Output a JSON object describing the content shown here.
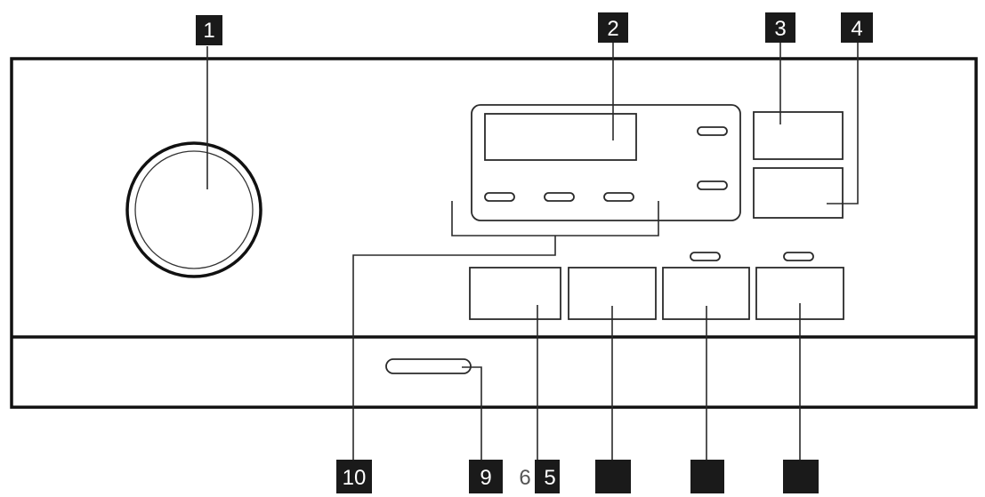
{
  "callouts": {
    "c1": "1",
    "c2": "2",
    "c3": "3",
    "c4": "4",
    "c5": "5",
    "c6": "6",
    "c7": "",
    "c8": "",
    "c9": "9",
    "c10": "10",
    "c11": ""
  }
}
